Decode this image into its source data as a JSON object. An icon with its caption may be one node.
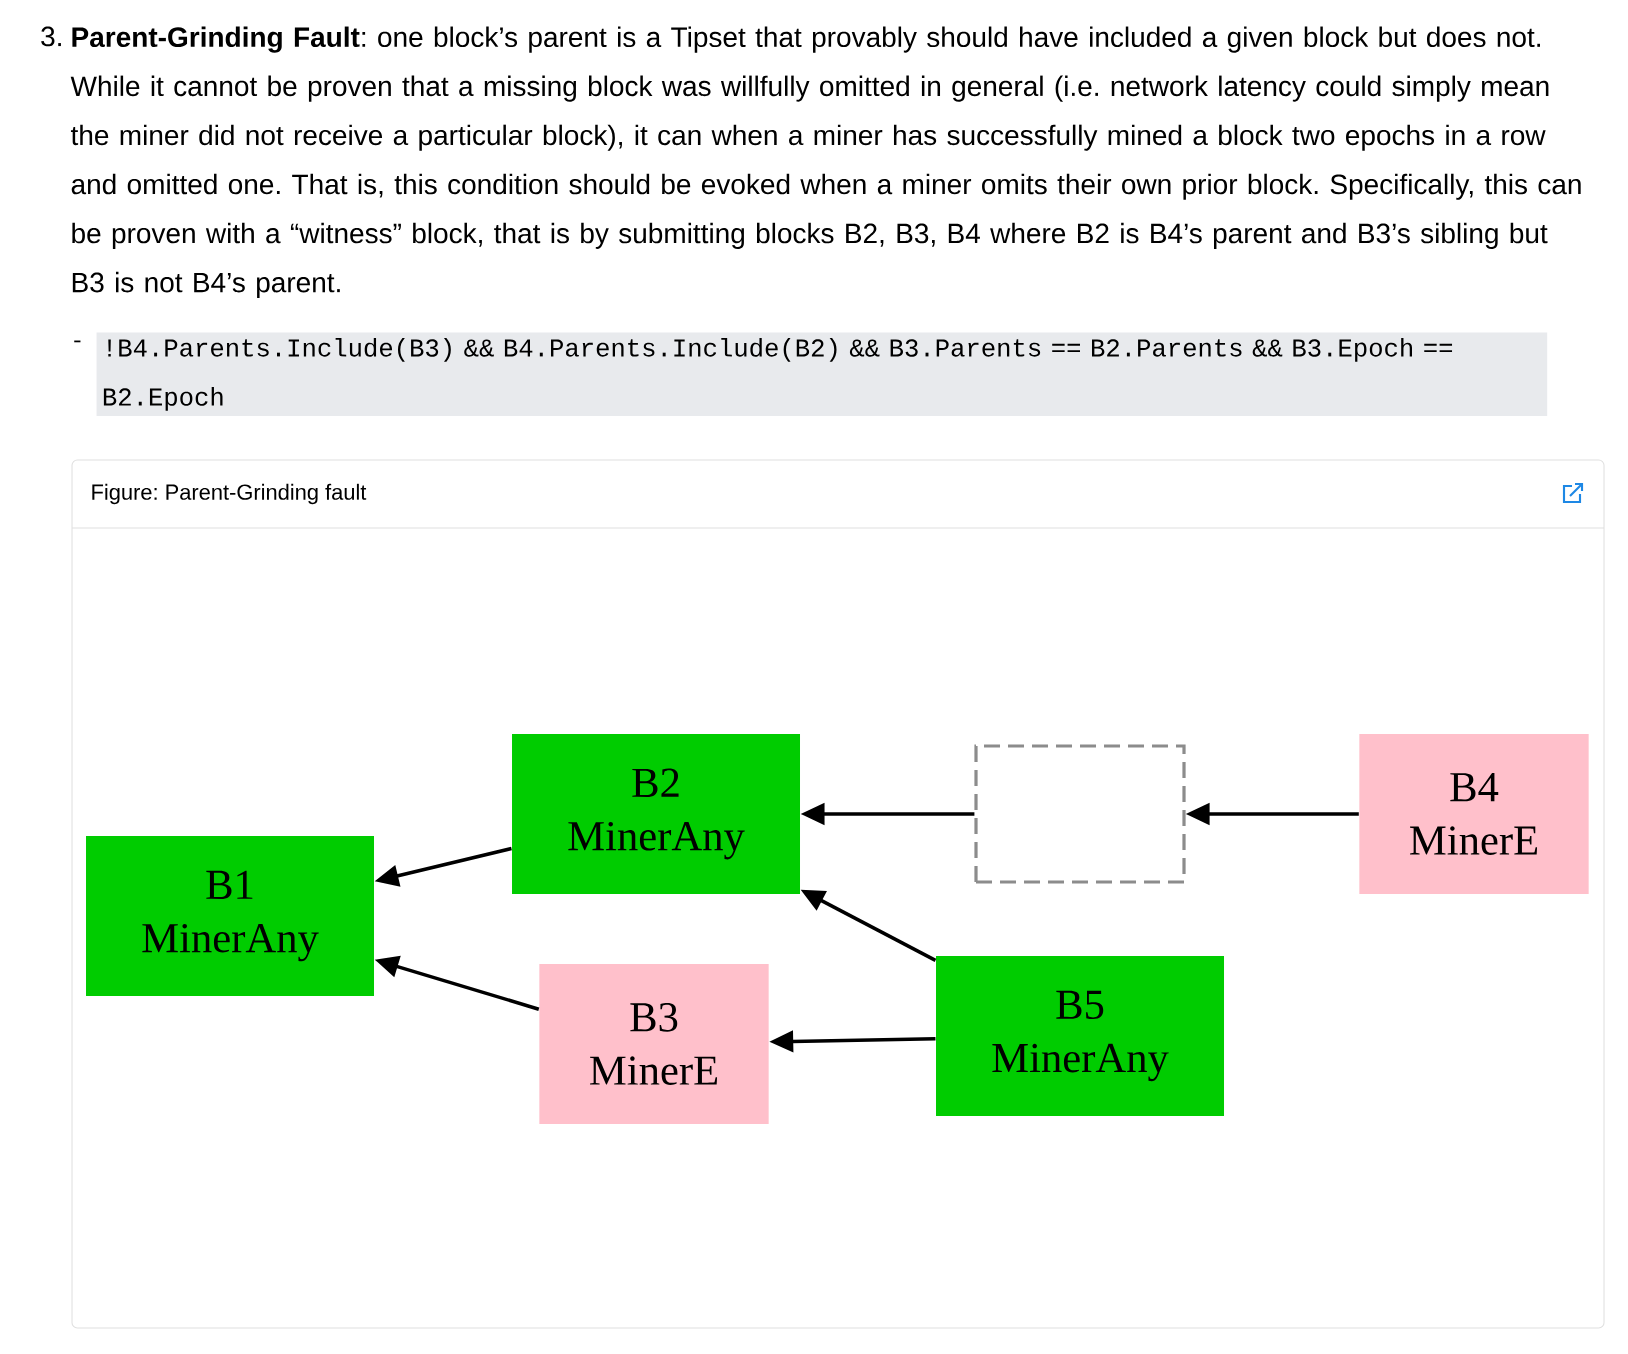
{
  "diagram": {
    "title": "Figure: Parent-Grinding fault",
    "nodes": [
      {
        "text": [
          "B1 MinerAny"
        ]
      },
      {
        "text": [
          "B2 MinerAny"
        ]
      },
      {
        "text": [
          "B3 MinerE"
        ]
      },
      {
        "text": [],
        "shape": "box"
      },
      {
        "text": [
          "B4 MinerE"
        ]
      },
      {
        "text": [
          "B5 MinerAny"
        ]
      }
    ],
    "edges": [
      {
        "from": 1,
        "to": 0,
        "arrow": "to"
      },
      {
        "from": 2,
        "to": 0,
        "arrow": "to"
      },
      {
        "from": 3,
        "to": 1,
        "arrow": "to"
      },
      {
        "from": 4,
        "to": 3,
        "arrow": "to"
      },
      {
        "from": 5,
        "to": 1,
        "arrow": "to"
      },
      {
        "from": 5,
        "to": 2,
        "arrow": "to"
      }
    ],
    "labels": [
      "3.",
      "**Parent-Grinding Fault**: one block’s parent is a Tipset that provably should have included a given block but does not. While it cannot be proven that a missing block was willfully omitted in general (i.e. network latency could simply mean the miner did not receive a particular block), it can when a miner has successfully mined a block two epochs in a row and omitted one. That is, this condition should be evoked when a miner omits their own prior block. Specifically, this can be proven with a “witness” block, that is by submitting blocks B2, B3, B4 where B2 is B4’s parent and B3’s sibling but B3 is not B4’s parent.",
      "-",
      "!B4.Parents.Include(B3) && B4.Parents.Include(B2) && B3.Parents == B2.Parents && B3.Epoch == B2.Epoch"
    ]
  }
}
